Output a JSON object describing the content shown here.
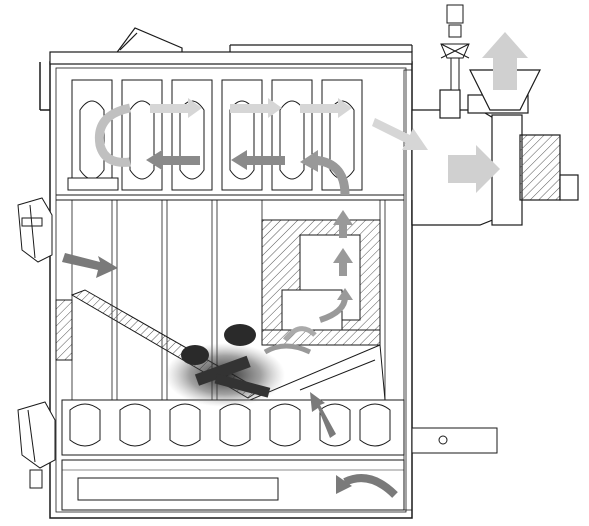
{
  "diagram": {
    "type": "boiler-cutaway",
    "style": "grayscale-technical-drawing",
    "colors": {
      "line": "#1a1a1a",
      "background": "#ffffff",
      "flow_arrow_light": "#d6d6d6",
      "flow_arrow_mid": "#a8a8a8",
      "flow_arrow_dark": "#7a7a7a",
      "fire": "#2a2a2a",
      "hatch": "#555555"
    },
    "flow_paths": [
      {
        "name": "air-inlet",
        "icon": "arrow-right-down"
      },
      {
        "name": "secondary-air-inlet",
        "icon": "arrow-curved-left"
      },
      {
        "name": "gas-rise-1",
        "icon": "arrow-up"
      },
      {
        "name": "gas-rise-2",
        "icon": "arrow-up"
      },
      {
        "name": "gas-rise-3",
        "icon": "arrow-curved-up"
      },
      {
        "name": "top-pass-right",
        "icon": "arrow-right"
      },
      {
        "name": "top-pass-left",
        "icon": "arrow-left"
      },
      {
        "name": "return-curve",
        "icon": "arrow-curved-down"
      },
      {
        "name": "flue-exit",
        "icon": "arrow-right"
      },
      {
        "name": "chimney-up",
        "icon": "arrow-up"
      }
    ]
  }
}
